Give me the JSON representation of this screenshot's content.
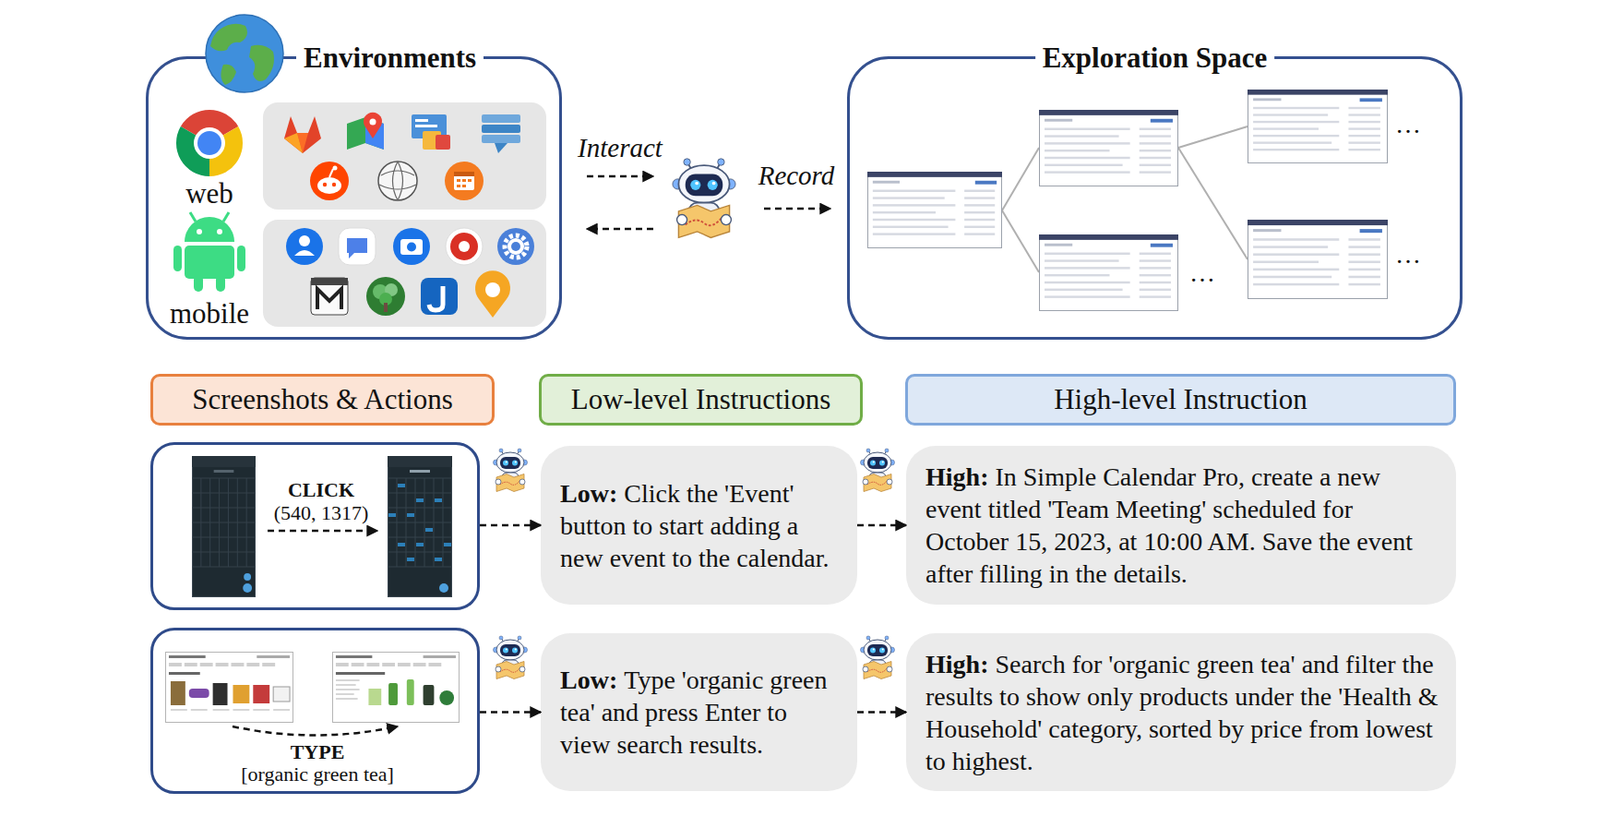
{
  "diagram": {
    "nodes": [
      {
        "text": [
          "Environments"
        ]
      },
      {
        "text": [
          "Exploration Space"
        ]
      },
      {
        "text": [
          "Screenshots & Actions"
        ]
      },
      {
        "text": [
          "Low-level Instructions"
        ]
      },
      {
        "text": [
          "High-level Instruction"
        ]
      },
      {
        "text": [
          "CLICK",
          "(540, 1317)"
        ]
      },
      {
        "text": [
          "Low:",
          "Click the 'Event' button to start adding a new event to the calendar."
        ]
      },
      {
        "text": [
          "High:",
          "In Simple Calendar Pro, create a new event titled 'Team Meeting' scheduled for October 15, 2023, at 10:00 AM. Save the event after filling in the details."
        ]
      },
      {
        "text": [
          "TYPE",
          "[organic green tea]"
        ]
      },
      {
        "text": [
          "Low:",
          "Type 'organic green tea' and press Enter to view search results."
        ]
      },
      {
        "text": [
          "High:",
          "Search for 'organic green tea' and filter the results to show only products under the 'Health & Household' category, sorted by price from lowest to highest."
        ]
      }
    ],
    "edges": [
      {
        "from": 5,
        "to": 6,
        "arrow": "to"
      },
      {
        "from": 6,
        "to": 7,
        "arrow": "to"
      },
      {
        "from": 8,
        "to": 9,
        "arrow": "to"
      },
      {
        "from": 9,
        "to": 10,
        "arrow": "to"
      }
    ],
    "labels": [
      "web",
      "mobile",
      "Interact",
      "Record",
      "…",
      "…",
      "…"
    ]
  }
}
